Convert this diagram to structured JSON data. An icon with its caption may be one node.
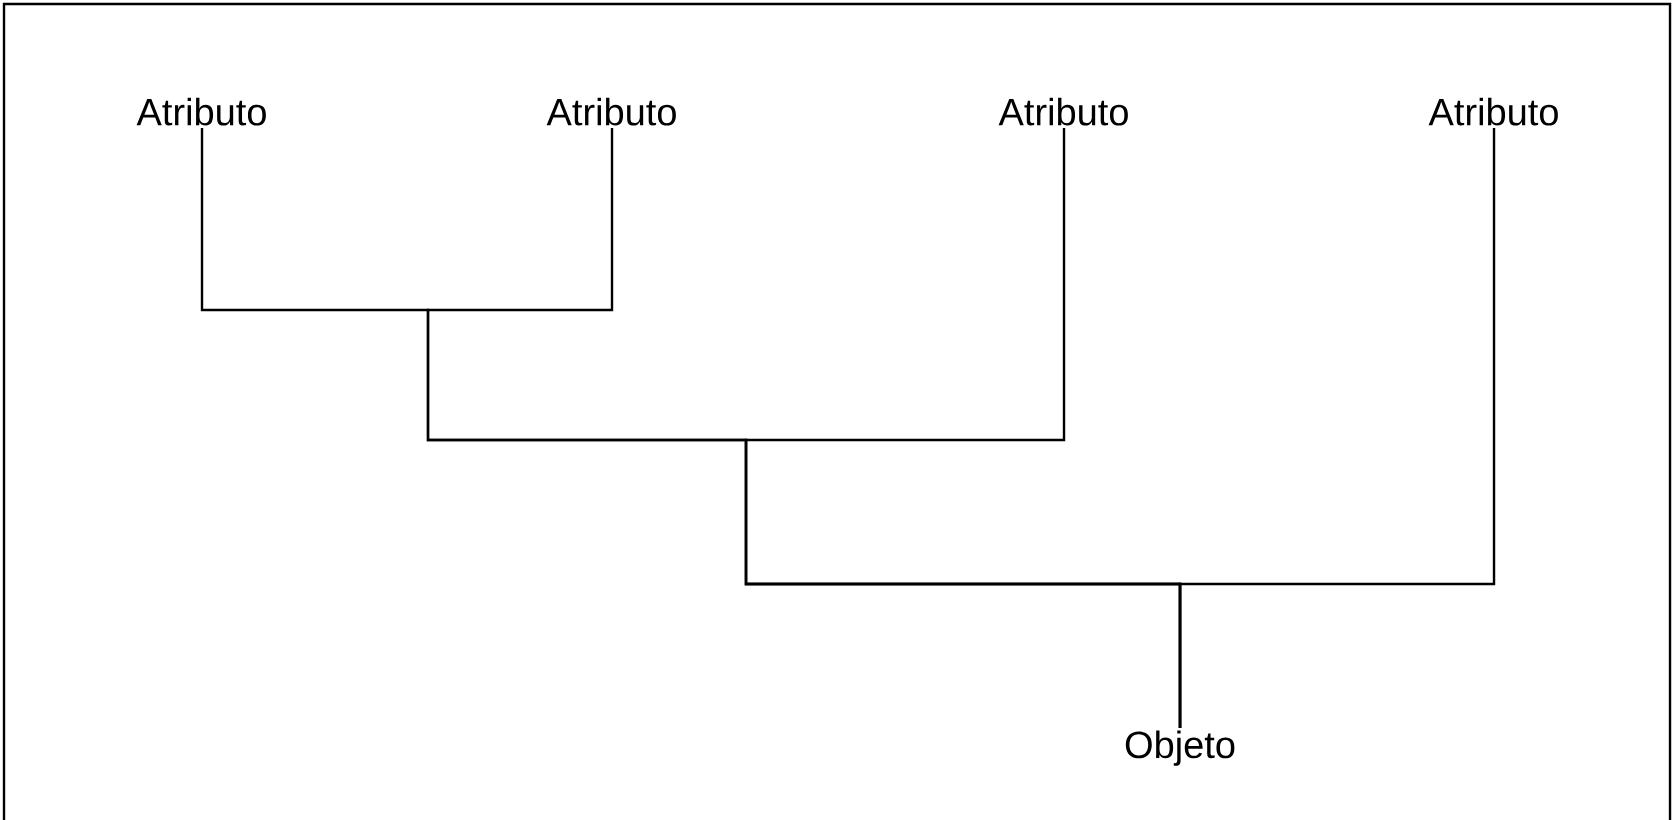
{
  "diagram": {
    "nodes": [
      {
        "text": [
          "Atributo"
        ]
      },
      {
        "text": [
          "Atributo"
        ]
      },
      {
        "text": [
          "Atributo"
        ]
      },
      {
        "text": [
          "Atributo"
        ]
      },
      {
        "text": [
          "Objeto"
        ]
      }
    ],
    "edges": [
      {
        "from": 0,
        "to": 4,
        "arrow": "none"
      },
      {
        "from": 1,
        "to": 4,
        "arrow": "none"
      },
      {
        "from": 2,
        "to": 4,
        "arrow": "none"
      },
      {
        "from": 3,
        "to": 4,
        "arrow": "none"
      }
    ]
  }
}
